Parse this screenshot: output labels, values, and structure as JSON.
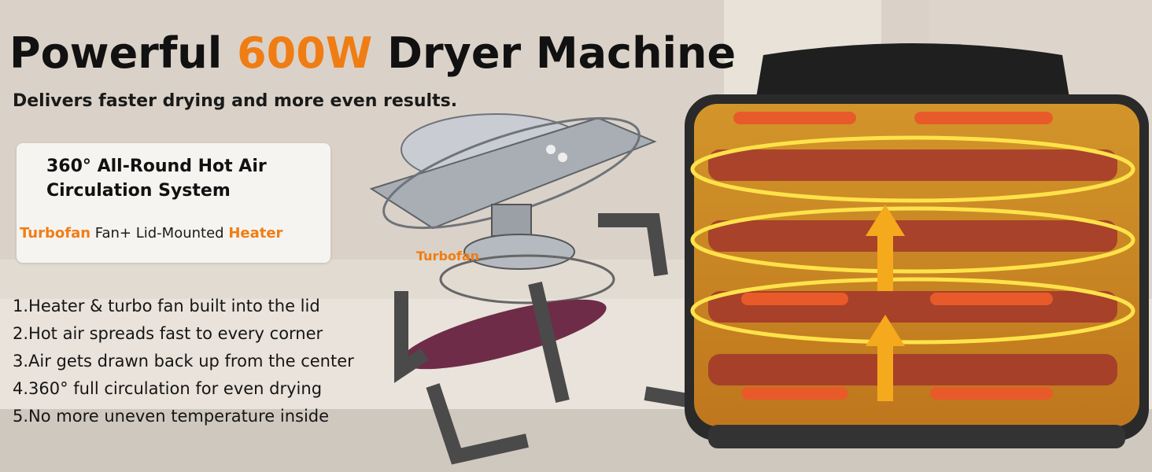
{
  "headline": {
    "prefix": "Powerful ",
    "accent": "600W",
    "suffix": " Dryer Machine"
  },
  "subhead": "Delivers faster drying and more even results.",
  "feature_card": {
    "title": "360° All-Round Hot Air Circulation System",
    "sub_part1": "Turbofan",
    "sub_part2": " Fan+ Lid-Mounted ",
    "sub_part3": "Heater"
  },
  "diagram": {
    "turbofan_label": "Turbofan"
  },
  "steps": [
    "1.Heater & turbo fan built into the lid",
    "2.Hot air spreads fast to every corner",
    "3.Air gets drawn back up from the center",
    "4.360° full circulation for even drying",
    "5.No more uneven temperature inside"
  ],
  "colors": {
    "accent": "#f07d14",
    "text": "#111111",
    "card_bg": "#f6f4f1"
  }
}
